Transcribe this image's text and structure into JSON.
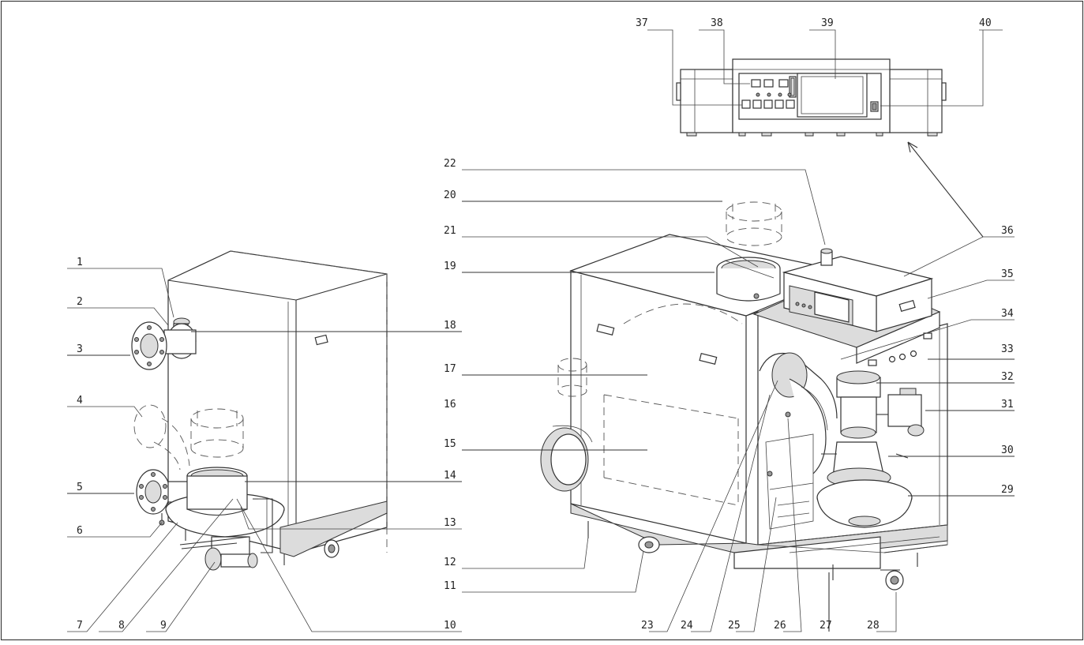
{
  "diagram": {
    "callouts": [
      "1",
      "2",
      "3",
      "4",
      "5",
      "6",
      "7",
      "8",
      "9",
      "10",
      "11",
      "12",
      "13",
      "14",
      "15",
      "16",
      "17",
      "18",
      "19",
      "20",
      "21",
      "22",
      "23",
      "24",
      "25",
      "26",
      "27",
      "28",
      "29",
      "30",
      "31",
      "32",
      "33",
      "34",
      "35",
      "36",
      "37",
      "38",
      "39",
      "40"
    ],
    "colors": {
      "line": "#333333",
      "background": "#ffffff",
      "fill_light": "#dcdcdc",
      "fill_dark": "#9a9a9a"
    }
  }
}
